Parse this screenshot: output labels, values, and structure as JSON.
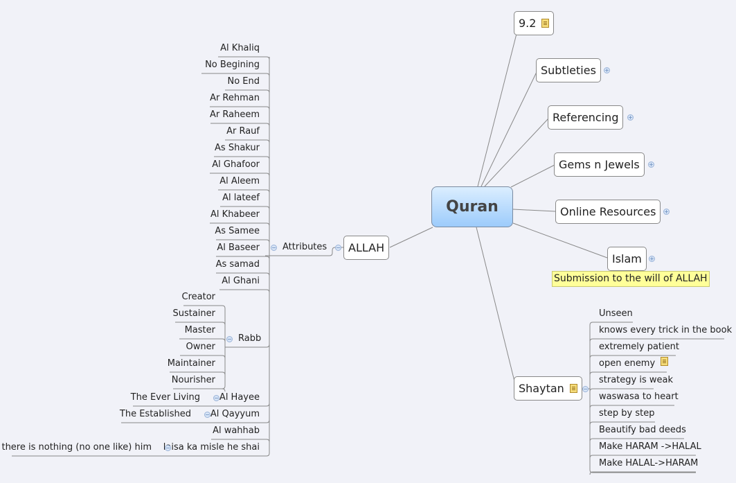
{
  "central": {
    "label": "Quran"
  },
  "right_topics": [
    {
      "label": "9.2",
      "has_note": true,
      "collapsed": false
    },
    {
      "label": "Subtleties",
      "collapsed": true
    },
    {
      "label": "Referencing",
      "collapsed": true
    },
    {
      "label": "Gems n Jewels",
      "collapsed": true
    },
    {
      "label": "Online Resources",
      "collapsed": true
    },
    {
      "label": "Islam",
      "collapsed": true,
      "callout": "Submission to the will of ALLAH"
    }
  ],
  "shaytan": {
    "label": "Shaytan",
    "has_note": true,
    "children": [
      {
        "label": "Unseen"
      },
      {
        "label": "knows every trick in the book"
      },
      {
        "label": "extremely patient"
      },
      {
        "label": "open enemy",
        "has_note": true
      },
      {
        "label": "strategy is weak"
      },
      {
        "label": "waswasa to heart"
      },
      {
        "label": "step by step"
      },
      {
        "label": "Beautify bad deeds"
      },
      {
        "label": "Make HARAM ->HALAL"
      },
      {
        "label": "Make HALAL->HARAM"
      }
    ]
  },
  "allah": {
    "label": "ALLAH",
    "attributes": {
      "label": "Attributes",
      "children": [
        {
          "label": "Al Khaliq"
        },
        {
          "label": "No Begining"
        },
        {
          "label": "No End"
        },
        {
          "label": "Ar Rehman"
        },
        {
          "label": "Ar Raheem"
        },
        {
          "label": "Ar Rauf"
        },
        {
          "label": "As Shakur"
        },
        {
          "label": "Al Ghafoor"
        },
        {
          "label": "Al Aleem"
        },
        {
          "label": "Al lateef"
        },
        {
          "label": "Al Khabeer"
        },
        {
          "label": "As Samee"
        },
        {
          "label": "Al Baseer"
        },
        {
          "label": "As samad"
        },
        {
          "label": "Al Ghani"
        },
        {
          "label": "Rabb",
          "children": [
            "Creator",
            "Sustainer",
            "Master",
            "Owner",
            "Maintainer",
            "Nourisher"
          ]
        },
        {
          "label": "Al Hayee",
          "children": [
            "The Ever Living"
          ]
        },
        {
          "label": "Al Qayyum",
          "children": [
            "The Established"
          ]
        },
        {
          "label": "Al wahhab"
        },
        {
          "label": "laisa ka misle he shai",
          "children": [
            "there is nothing (no one like) him"
          ]
        }
      ]
    }
  },
  "colors": {
    "background": "#f1f2f8",
    "central_top": "#dbeeff",
    "central_bottom": "#9ccbfb",
    "callout": "#ffff99",
    "line": "#888888"
  }
}
